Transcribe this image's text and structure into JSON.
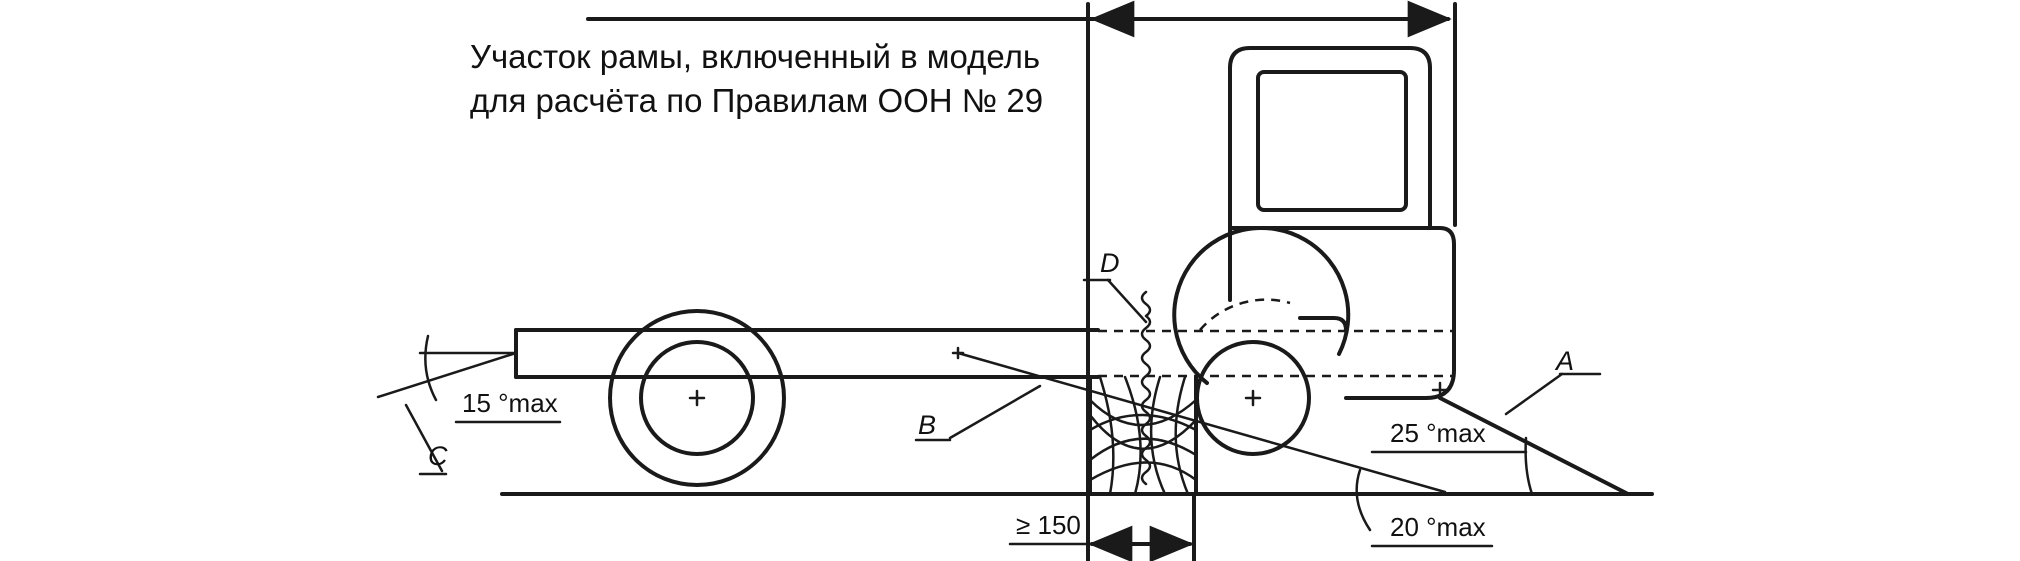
{
  "caption": {
    "line1": "Участок рамы, включенный в модель",
    "line2": "для расчёта по Правилам ООН № 29"
  },
  "labels": {
    "a": "A",
    "b": "B",
    "c": "C",
    "d": "D"
  },
  "dimensions": {
    "rear_angle": "15 °max",
    "front_angle_top": "25 °max",
    "front_angle_bottom": "20 °max",
    "min_length": "≥ 150"
  },
  "colors": {
    "ink": "#1a1a1a",
    "background": "#ffffff"
  }
}
